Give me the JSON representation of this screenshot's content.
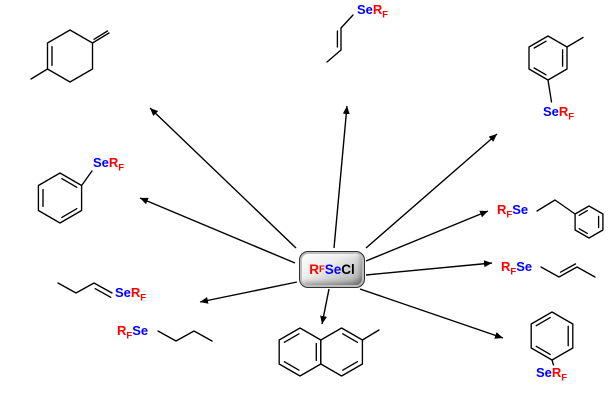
{
  "figure": {
    "type": "chemical-reaction-scheme",
    "description": "Radial scheme of perfluoroalkylselenenyl chloride reacting to give perfluoroalkyl selenide products",
    "background": "#ffffff"
  },
  "colors": {
    "perfluoroalkyl_red": "#ff0000",
    "selenium_blue": "#0000ff",
    "chlorine_black": "#000000",
    "bond_black": "#000000",
    "button_fill_light": "#ffffff",
    "button_fill_dark": "#8f8f8f",
    "button_border": "#2f2f2f"
  },
  "center_reagent": {
    "formula": "RFSeCl",
    "parts": [
      {
        "text": "R",
        "color": "perfluoroalkyl_red",
        "sub": false
      },
      {
        "text": "F",
        "color": "perfluoroalkyl_red",
        "sub": true
      },
      {
        "text": "Se",
        "color": "selenium_blue",
        "sub": false
      },
      {
        "text": "Cl",
        "color": "chlorine_black",
        "sub": false
      }
    ]
  },
  "labels": {
    "top_center": {
      "formula": "SeRF",
      "parts": [
        {
          "text": "Se"
        },
        {
          "text": "R"
        },
        {
          "text": "F",
          "sub": true
        }
      ]
    },
    "top_right": {
      "formula": "SeRF",
      "parts": [
        {
          "text": "Se"
        },
        {
          "text": "R"
        },
        {
          "text": "F",
          "sub": true
        }
      ]
    },
    "left": {
      "formula": "SeRF",
      "parts": [
        {
          "text": "Se"
        },
        {
          "text": "R"
        },
        {
          "text": "F",
          "sub": true
        }
      ]
    },
    "right_upper": {
      "formula": "RFSe",
      "parts": [
        {
          "text": "R"
        },
        {
          "text": "F",
          "sub": true
        },
        {
          "text": "Se"
        }
      ]
    },
    "right_lower": {
      "formula": "RFSe",
      "parts": [
        {
          "text": "R"
        },
        {
          "text": "F",
          "sub": true
        },
        {
          "text": "Se"
        }
      ]
    },
    "bottom_left_upper": {
      "formula": "SeRF",
      "parts": [
        {
          "text": "Se"
        },
        {
          "text": "R"
        },
        {
          "text": "F",
          "sub": true
        }
      ]
    },
    "bottom_left_lower": {
      "formula": "RFSe",
      "parts": [
        {
          "text": "R"
        },
        {
          "text": "F",
          "sub": true
        },
        {
          "text": "Se"
        }
      ]
    },
    "bottom_right": {
      "formula": "SeRF",
      "parts": [
        {
          "text": "Se"
        },
        {
          "text": "R"
        },
        {
          "text": "F",
          "sub": true
        }
      ]
    }
  },
  "structures": [
    {
      "id": "top-left-ring",
      "depiction": "six-membered ring with exocyclic double bond"
    },
    {
      "id": "top-center-vinyl",
      "depiction": "vinyl chain attached to SeRF"
    },
    {
      "id": "top-right-aryl",
      "depiction": "benzene ring bonded to SeRF"
    },
    {
      "id": "left-aryl",
      "depiction": "benzene ring bonded to SeRF"
    },
    {
      "id": "right-upper-allyl-aryl",
      "depiction": "chain from RFSe to benzene ring"
    },
    {
      "id": "right-lower-alkene",
      "depiction": "alkene chain from RFSe"
    },
    {
      "id": "bottom-left-chain-a",
      "depiction": "zigzag chain to SeRF"
    },
    {
      "id": "bottom-left-chain-b",
      "depiction": "zigzag chain from RFSe"
    },
    {
      "id": "bottom-center-fused-rings",
      "depiction": "fused bicyclic aromatic"
    },
    {
      "id": "bottom-right-aryl",
      "depiction": "benzene ring bonded to SeRF"
    }
  ],
  "arrows": {
    "count": 9,
    "style": "radiating from center reagent"
  }
}
